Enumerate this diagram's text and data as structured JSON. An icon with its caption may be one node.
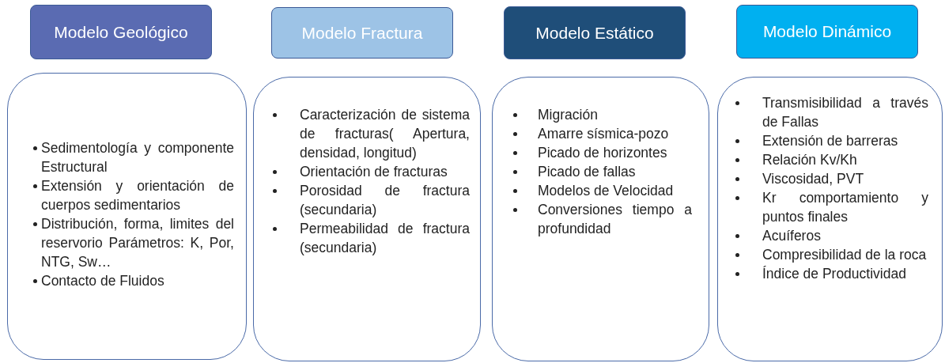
{
  "diagram": {
    "nodes": [
      {
        "text": [
          "Modelo Geológico"
        ]
      },
      {
        "text": [
          "Modelo Fractura"
        ]
      },
      {
        "text": [
          "Modelo Estático"
        ]
      },
      {
        "text": [
          "Modelo Dinámico"
        ]
      },
      {
        "text": [
          "Sedimentología y componente Estructural",
          "Extensión y orientación de cuerpos sedimentarios",
          "Distribución, forma, limites del reservorio Parámetros: K, Por, NTG, Sw…",
          "Contacto de Fluidos"
        ]
      },
      {
        "text": [
          "Caracterización de sistema de fracturas( Apertura, densidad, longitud)",
          "Orientación de fracturas",
          "Porosidad de fractura (secundaria)",
          "Permeabilidad de fractura (secundaria)"
        ]
      },
      {
        "text": [
          "Migración",
          "Amarre sísmica-pozo",
          "Picado de horizontes",
          "Picado de fallas",
          "Modelos de Velocidad",
          "Conversiones tiempo a profundidad"
        ]
      },
      {
        "text": [
          "Transmisibilidad a través de Fallas",
          "Extensión de barreras",
          "Relación Kv/Kh",
          "Viscosidad, PVT",
          "Kr comportamiento y puntos finales",
          "Acuíferos",
          "Compresibilidad de la roca",
          "Índice de Productividad"
        ]
      }
    ],
    "edges": []
  }
}
